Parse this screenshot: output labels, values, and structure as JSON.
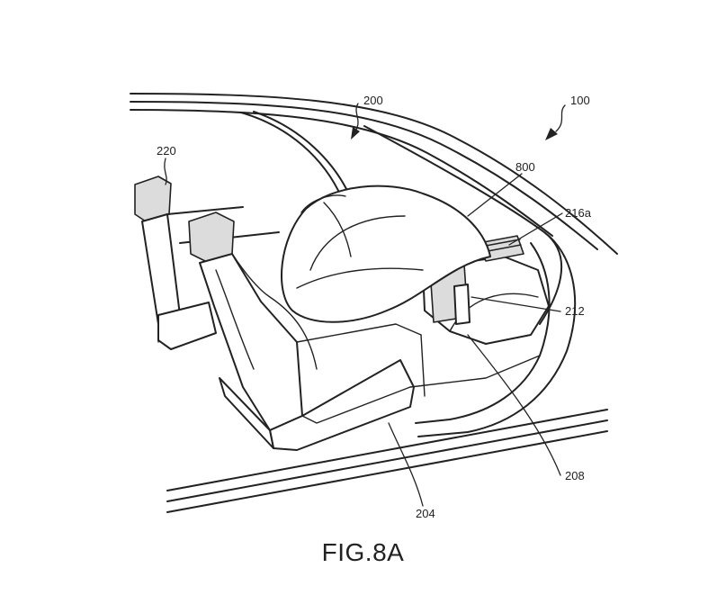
{
  "figure": {
    "caption": "FIG.8A",
    "labels": {
      "vehicle": "100",
      "cabin": "200",
      "rear_headrest": "220",
      "airbag": "800",
      "vent": "216a",
      "display": "212",
      "dashboard": "208",
      "seat": "204"
    }
  }
}
